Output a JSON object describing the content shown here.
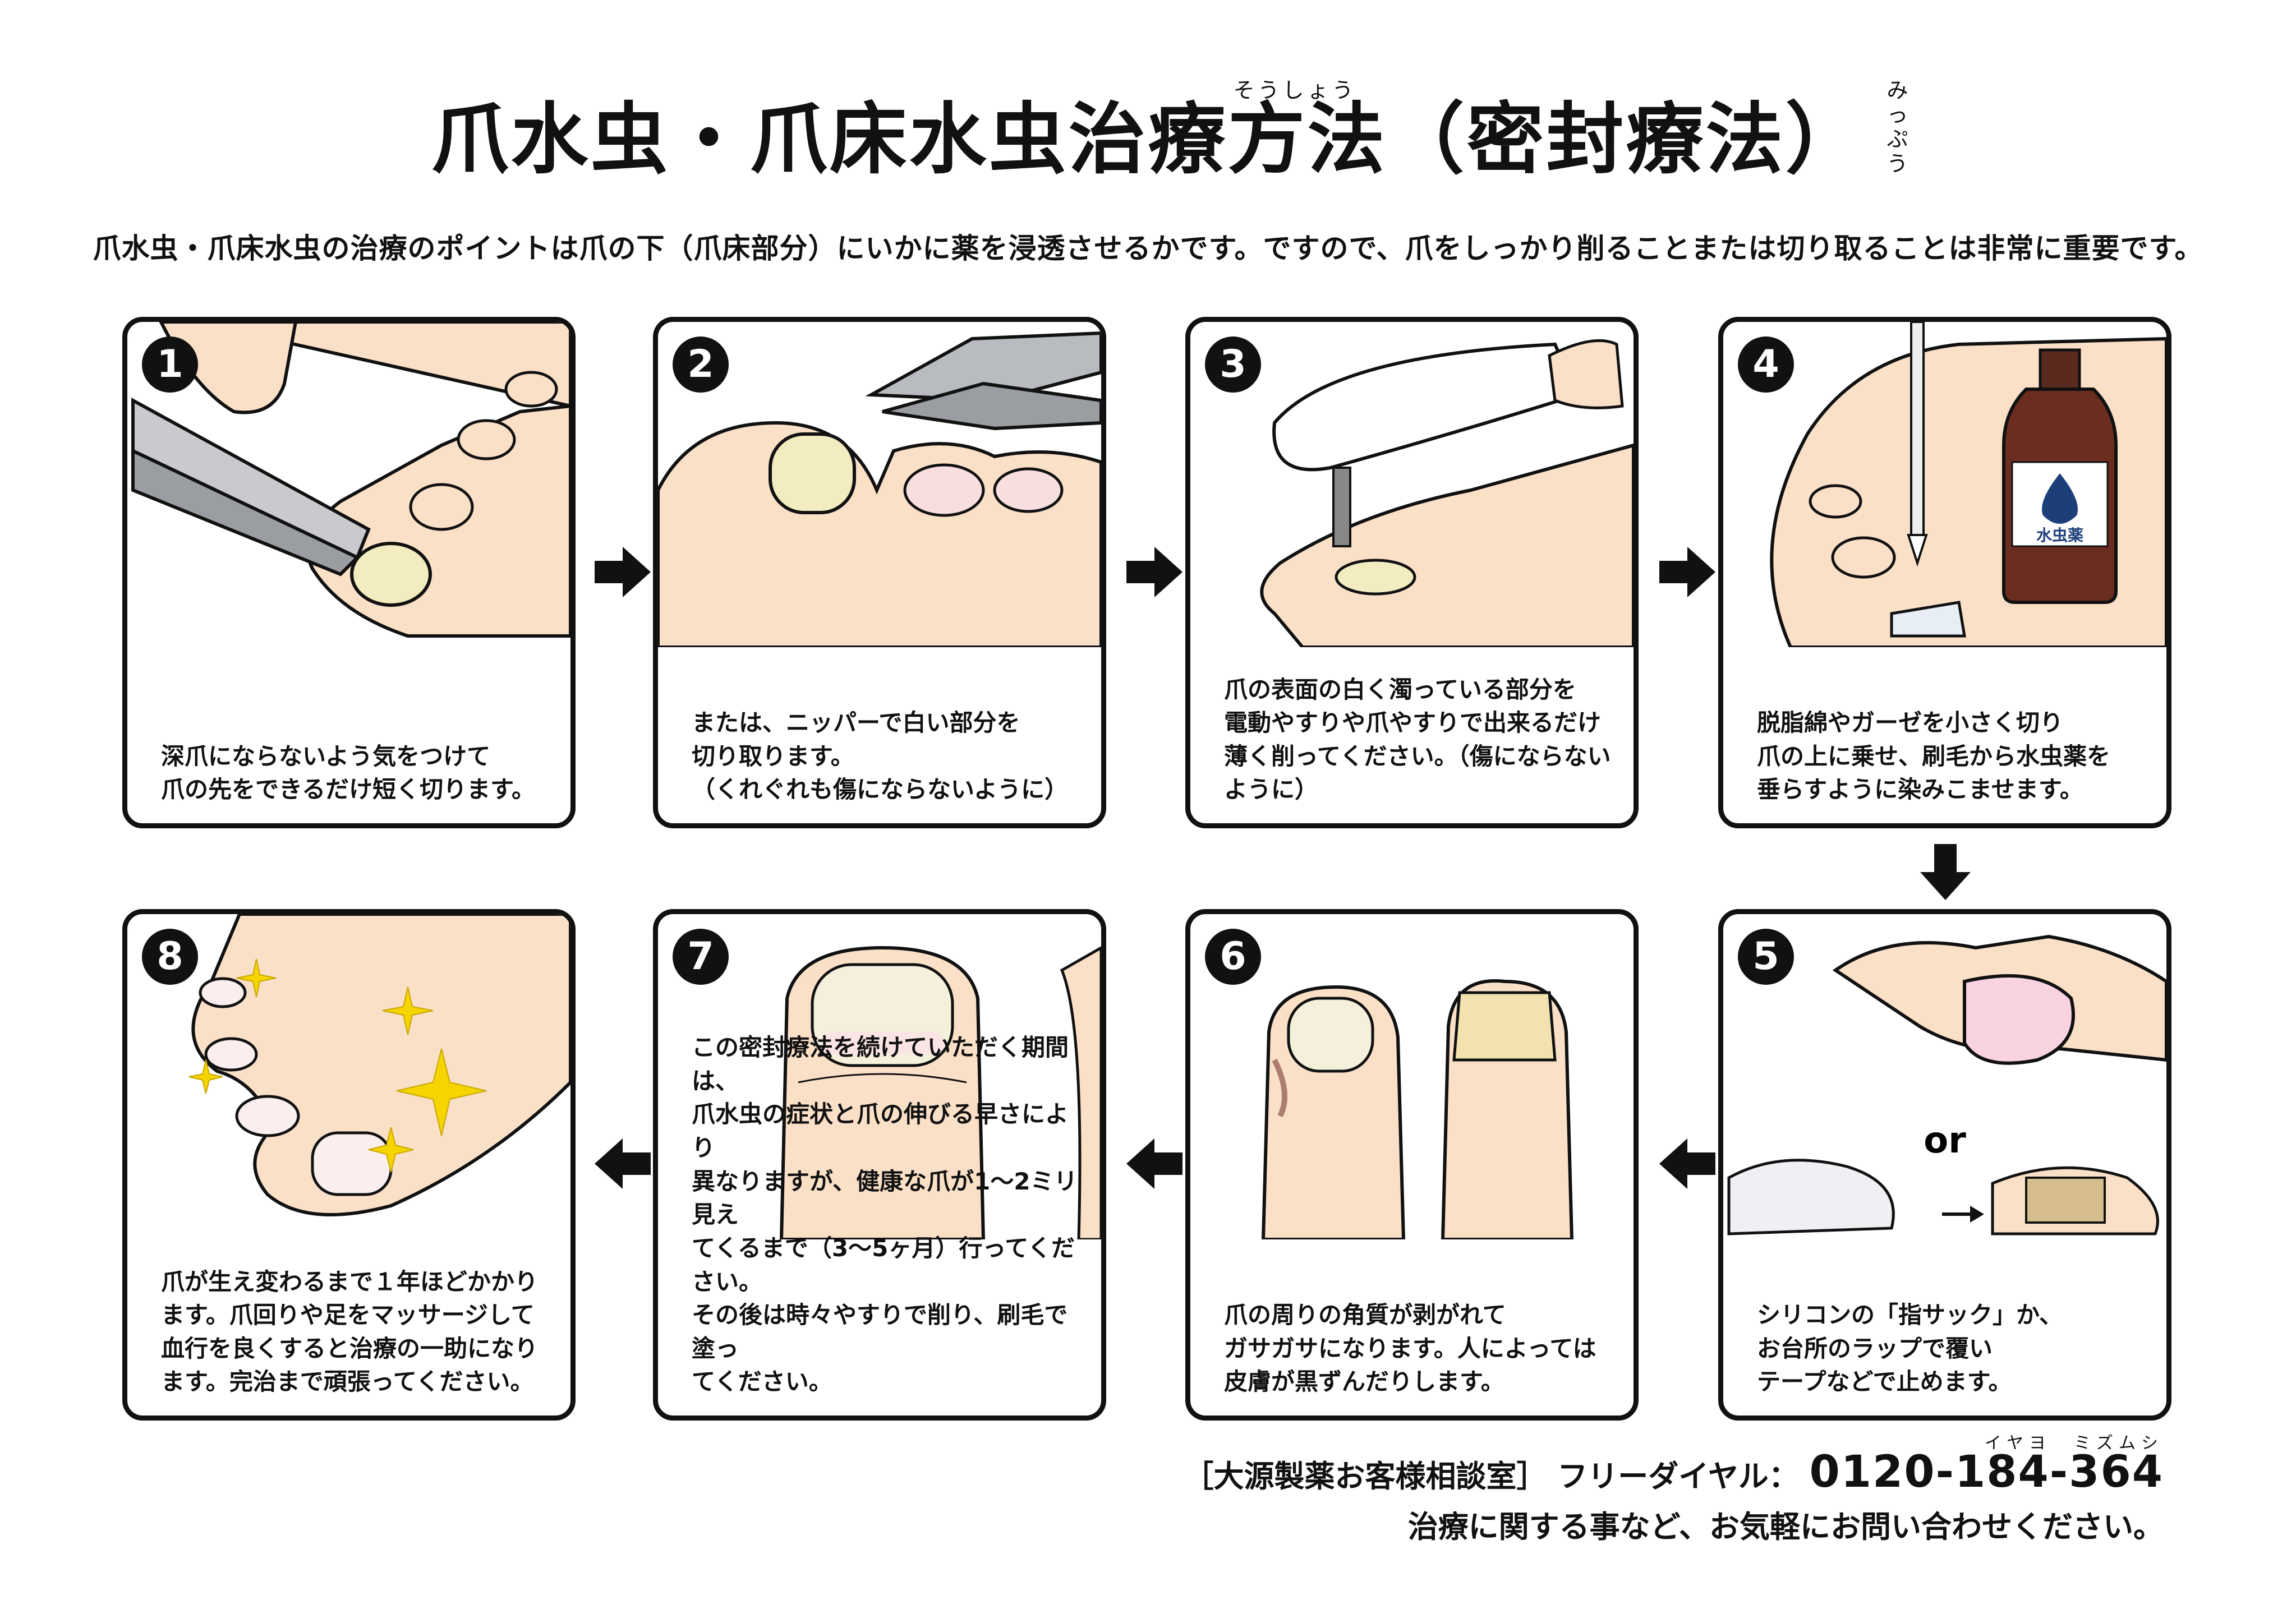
{
  "header": {
    "title": "爪水虫・爪床水虫治療方法（密封療法）",
    "ruby_shousho": "そうしょう",
    "ruby_mippou": "みっぷう",
    "intro": "爪水虫・爪床水虫の治療のポイントは爪の下（爪床部分）にいかに薬を浸透させるかです。ですので、爪をしっかり削ることまたは切り取ることは非常に重要です。"
  },
  "steps": [
    {
      "num": "1",
      "caption": "深爪にならないよう気をつけて\n爪の先をできるだけ短く切ります。"
    },
    {
      "num": "2",
      "caption": "または、ニッパーで白い部分を\n切り取ります。\n（くれぐれも傷にならないように）"
    },
    {
      "num": "3",
      "caption": "爪の表面の白く濁っている部分を\n電動やすりや爪やすりで出来るだけ\n薄く削ってください。（傷にならない\nように）"
    },
    {
      "num": "4",
      "caption": "脱脂綿やガーゼを小さく切り\n爪の上に乗せ、刷毛から水虫薬を\n垂らすように染みこませます。",
      "bottle_label": "水虫薬"
    },
    {
      "num": "5",
      "caption": "シリコンの「指サック」か、\nお台所のラップで覆い\nテープなどで止めます。",
      "or_label": "or"
    },
    {
      "num": "6",
      "caption": "爪の周りの角質が剥がれて\nガサガサになります。人によっては\n皮膚が黒ずんだりします。"
    },
    {
      "num": "7",
      "caption": "この密封療法を続けていただく期間は、\n爪水虫の症状と爪の伸びる早さにより\n異なりますが、健康な爪が1～2ミリ見え\nてくるまで（3～5ヶ月）行ってください。\nその後は時々やすりで削り、刷毛で塗っ\nてください。"
    },
    {
      "num": "8",
      "caption": "爪が生え変わるまで１年ほどかかり\nます。爪回りや足をマッサージして\n血行を良くすると治療の一助になり\nます。完治まで頑張ってください。"
    }
  ],
  "footer": {
    "office": "［大源製薬お客様相談室］",
    "dial_label": "フリーダイヤル：",
    "tel": "0120-184-364",
    "tel_ruby": "イヤヨ　ミズムシ",
    "note": "治療に関する事など、お気軽にお問い合わせください。"
  },
  "colors": {
    "skin": "#fbe0c8",
    "skin_shadow": "#f0c4a4",
    "nail": "#f2ecc0",
    "outline": "#111111",
    "sparkle": "#f5d400"
  }
}
